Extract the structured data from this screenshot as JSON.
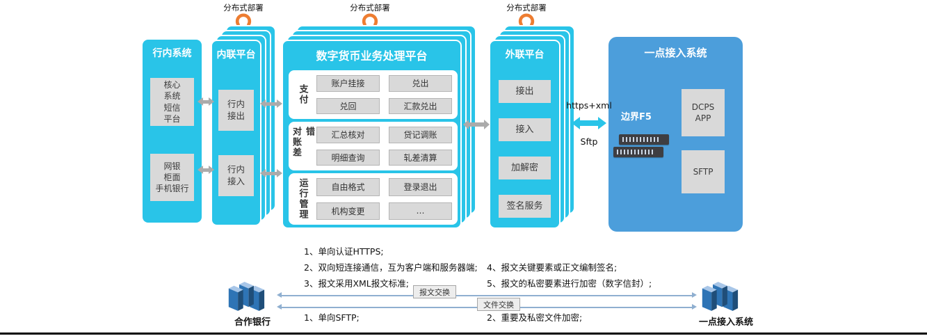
{
  "colors": {
    "cyan": "#29C4E8",
    "blue": "#4C9EDB",
    "gray_box": "#D9D9D9",
    "orange": "#ED7D31",
    "arrow_gray": "#ABABAB",
    "line_arrow": "#8FAFD0"
  },
  "icons": {
    "deploy_icon": "circular-arrow",
    "server_icon": "server-stack",
    "switch_icon": "network-switch"
  },
  "deploy_label": "分布式部署",
  "panels": {
    "hangnei": {
      "title": "行内系统",
      "box1": "核心\n系统\n短信\n平台",
      "box2": "网银\n柜面\n手机银行"
    },
    "neilian": {
      "title": "内联平台",
      "box1": "行内\n接出",
      "box2": "行内\n接入"
    },
    "dcbp": {
      "title": "数字货币业务处理平台",
      "rows": [
        {
          "label": "支付",
          "buttons": [
            "账户挂接",
            "兑出",
            "兑回",
            "汇款兑出"
          ]
        },
        {
          "label": "对账差错",
          "buttons": [
            "汇总核对",
            "贷记调账",
            "明细查询",
            "轧差清算"
          ]
        },
        {
          "label": "运行管理",
          "buttons": [
            "自由格式",
            "登录退出",
            "机构变更",
            "…"
          ]
        }
      ]
    },
    "wailian": {
      "title": "外联平台",
      "boxes": [
        "接出",
        "接入",
        "加解密",
        "签名服务"
      ]
    },
    "yidian": {
      "title": "一点接入系统",
      "f5_label": "边界F5",
      "box1": "DCPS\nAPP",
      "box2": "SFTP"
    }
  },
  "links": {
    "https_label": "https+xml",
    "sftp_label": "Sftp"
  },
  "bottom": {
    "left_server_label": "合作银行",
    "right_server_label": "一点接入系统",
    "msg_exchange_label": "报文交换",
    "file_exchange_label": "文件交换",
    "https_notes": [
      "1、单向认证HTTPS;",
      "2、双向短连接通信，互为客户端和服务器端;",
      "3、报文采用XML报文标准;"
    ],
    "sign_notes": [
      "4、报文关键要素或正文编制签名;",
      "5、报文的私密要素进行加密（数字信封）;"
    ],
    "sftp_note": "1、单向SFTP;",
    "file_note": "2、重要及私密文件加密;"
  }
}
